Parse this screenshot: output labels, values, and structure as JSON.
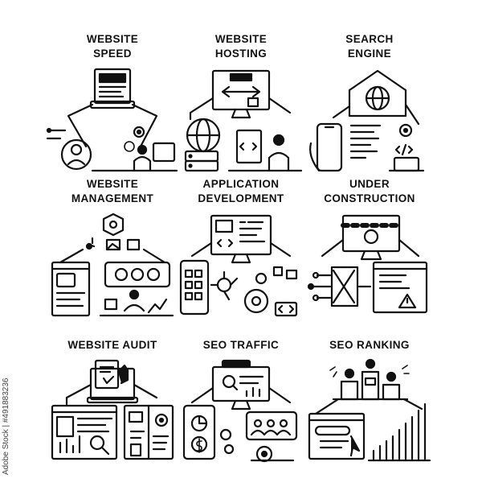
{
  "icons": [
    {
      "title_lines": [
        "WEBSITE",
        "SPEED"
      ],
      "icon_name": "website-speed-icon"
    },
    {
      "title_lines": [
        "WEBSITE",
        "HOSTING"
      ],
      "icon_name": "website-hosting-icon"
    },
    {
      "title_lines": [
        "SEARCH",
        "ENGINE"
      ],
      "icon_name": "search-engine-icon"
    },
    {
      "title_lines": [
        "WEBSITE",
        "MANAGEMENT"
      ],
      "icon_name": "website-management-icon"
    },
    {
      "title_lines": [
        "APPLICATION",
        "DEVELOPMENT"
      ],
      "icon_name": "application-development-icon"
    },
    {
      "title_lines": [
        "UNDER",
        "CONSTRUCTION"
      ],
      "icon_name": "under-construction-icon"
    },
    {
      "title_lines": [
        "WEBSITE AUDIT"
      ],
      "icon_name": "website-audit-icon"
    },
    {
      "title_lines": [
        "SEO TRAFFIC"
      ],
      "icon_name": "seo-traffic-icon"
    },
    {
      "title_lines": [
        "SEO RANKING"
      ],
      "icon_name": "seo-ranking-icon"
    }
  ],
  "stock_id": "Adobe Stock | #491883236",
  "colors": {
    "line": "#111111",
    "background": "#ffffff"
  }
}
